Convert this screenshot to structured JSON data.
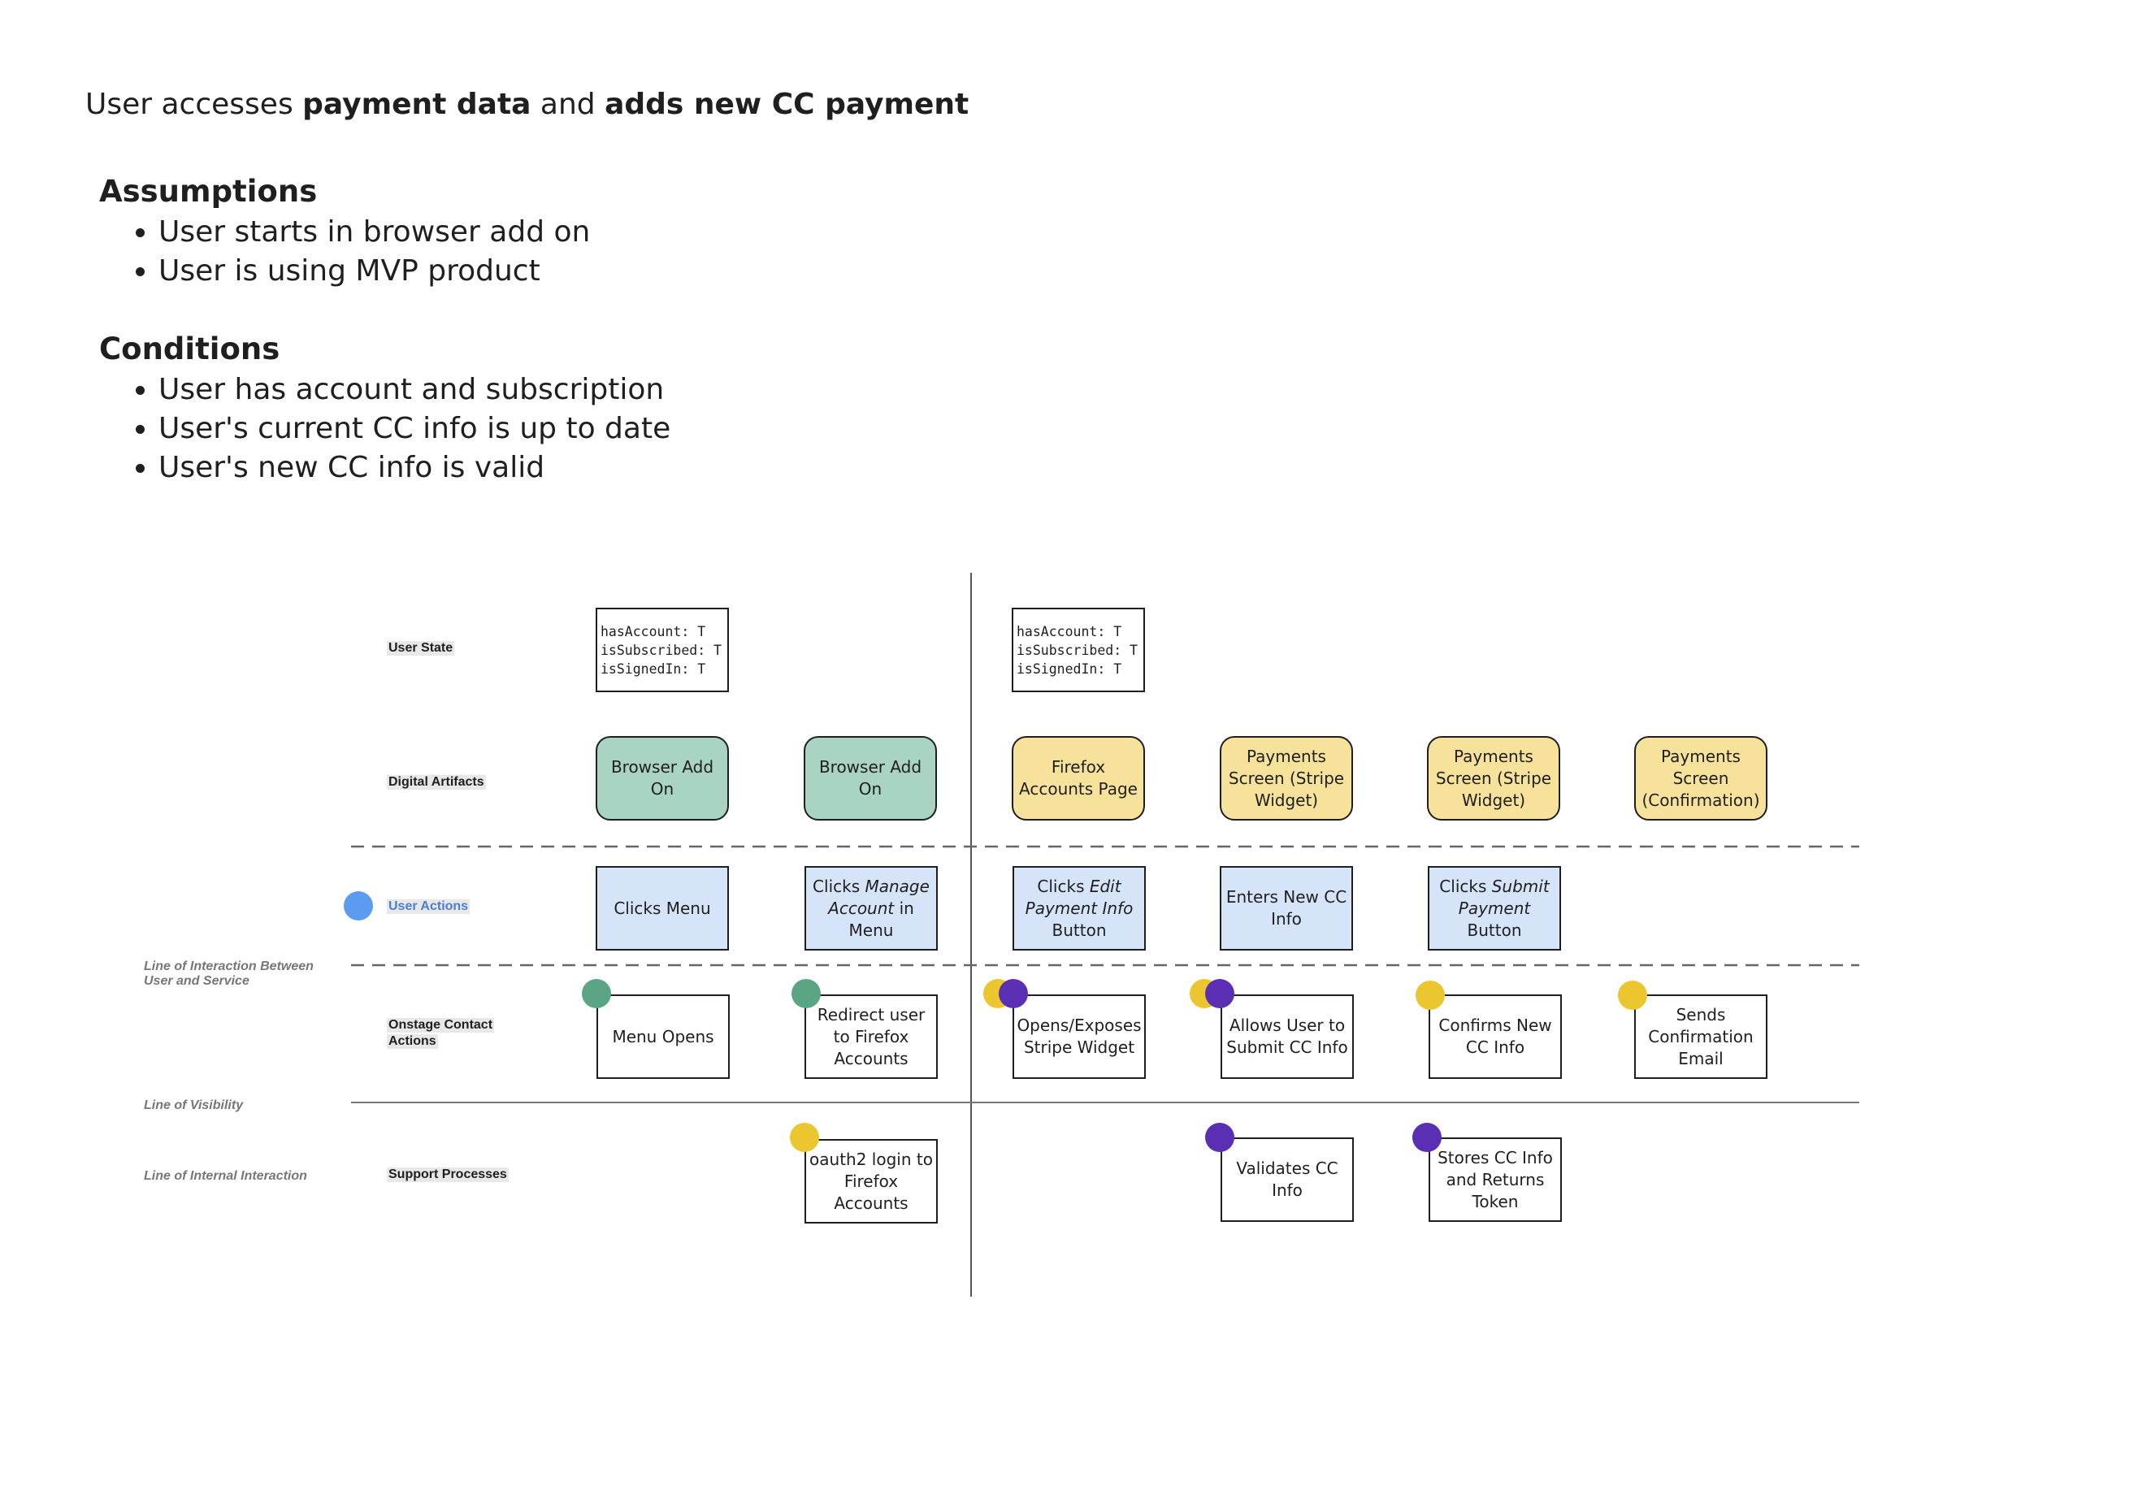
{
  "title": {
    "prefix": "User accesses ",
    "bold1": "payment data",
    "mid": " and ",
    "bold2": "adds new CC payment"
  },
  "assumptions": {
    "heading": "Assumptions",
    "items": [
      "User starts in browser add on",
      "User is using MVP product"
    ]
  },
  "conditions": {
    "heading": "Conditions",
    "items": [
      "User has account and subscription",
      "User's current CC info is up to date",
      "User's new CC info is valid"
    ]
  },
  "row_labels": {
    "user_state": "User State",
    "digital_artifacts": "Digital Artifacts",
    "user_actions": "User Actions",
    "onstage_line1": "Onstage Contact",
    "onstage_line2": "Actions",
    "support_processes": "Support Processes"
  },
  "line_labels": {
    "interaction_line1": "Line of Interaction Between",
    "interaction_line2": "User and Service",
    "visibility": "Line of Visibility",
    "internal": "Line of Internal Interaction"
  },
  "user_state": {
    "box1": [
      "hasAccount: T",
      "isSubscribed: T",
      "isSignedIn: T"
    ],
    "box2": [
      "hasAccount: T",
      "isSubscribed: T",
      "isSignedIn: T"
    ]
  },
  "artifacts": {
    "a1": "Browser Add On",
    "a2": "Browser Add On",
    "a3": "Firefox Accounts Page",
    "a4": "Payments Screen (Stripe Widget)",
    "a5": "Payments Screen (Stripe Widget)",
    "a6": "Payments Screen (Confirmation)"
  },
  "user_actions": {
    "u1": "Clicks Menu",
    "u2": {
      "pre": "Clicks ",
      "em": "Manage Account",
      "post": " in Menu"
    },
    "u3": {
      "pre": "Clicks ",
      "em": "Edit Payment Info",
      "post": " Button"
    },
    "u4": "Enters New CC Info",
    "u5": {
      "pre": "Clicks ",
      "em": "Submit Payment",
      "post": " Button"
    }
  },
  "onstage": {
    "o1": "Menu Opens",
    "o2": "Redirect user to Firefox Accounts",
    "o3": "Opens/Exposes Stripe Widget",
    "o4": "Allows User to Submit CC Info",
    "o5": "Confirms New CC Info",
    "o6": "Sends Confirmation Email"
  },
  "support": {
    "s1": "oauth2 login to Firefox Accounts",
    "s2": "Validates CC Info",
    "s3": "Stores CC Info and Returns Token"
  },
  "colors": {
    "green_artifact": "#a9d3c2",
    "yellow_artifact": "#f6e29a",
    "action_blue": "#d6e4fa",
    "dot_green": "#5aa584",
    "dot_yellow": "#ebc62e",
    "dot_purple": "#5b2fb3",
    "dot_blue": "#5b9bf0"
  }
}
